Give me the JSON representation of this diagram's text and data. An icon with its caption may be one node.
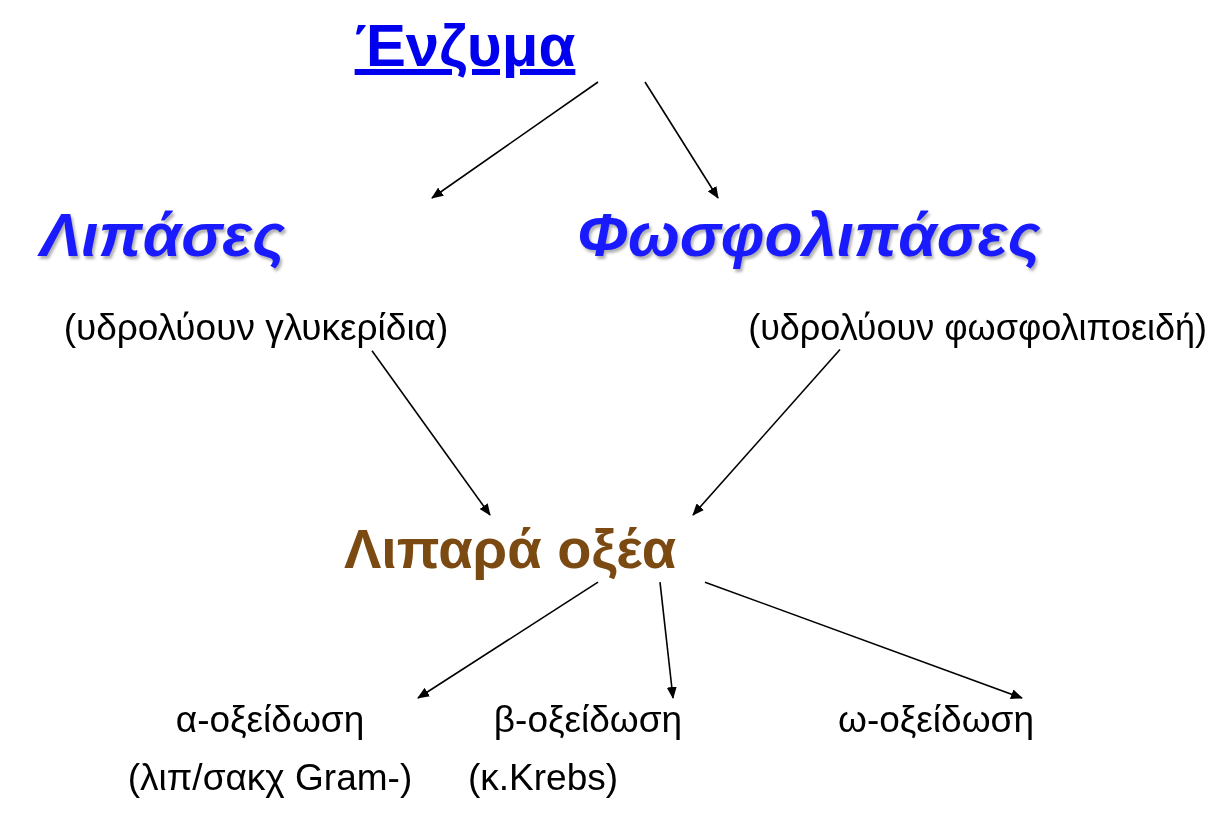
{
  "diagram": {
    "nodes": [
      {
        "text": [
          "Ένζυμα"
        ]
      },
      {
        "text": [
          "Λιπάσες",
          "(υδρολύουν γλυκερίδια)"
        ]
      },
      {
        "text": [
          "Φωσφολιπάσες",
          "(υδρολύουν φωσφολιποειδή)"
        ]
      },
      {
        "text": [
          "Λιπαρά οξέα"
        ]
      },
      {
        "text": [
          "α-οξείδωση",
          "(λιπ/σακχ Gram-)"
        ]
      },
      {
        "text": [
          "β-οξείδωση",
          "(κ.Krebs)"
        ]
      },
      {
        "text": [
          "ω-οξείδωση"
        ]
      }
    ],
    "edges": [
      {
        "from": 0,
        "to": 1,
        "arrow": "to"
      },
      {
        "from": 0,
        "to": 2,
        "arrow": "to"
      },
      {
        "from": 1,
        "to": 3,
        "arrow": "to"
      },
      {
        "from": 2,
        "to": 3,
        "arrow": "to"
      },
      {
        "from": 3,
        "to": 4,
        "arrow": "to"
      },
      {
        "from": 3,
        "to": 5,
        "arrow": "to"
      },
      {
        "from": 3,
        "to": 6,
        "arrow": "to"
      }
    ]
  }
}
